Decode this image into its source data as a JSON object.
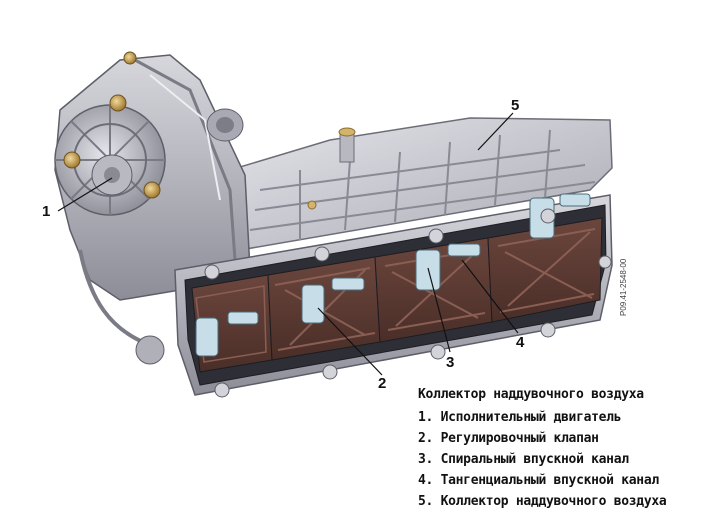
{
  "illustration": {
    "drawing_code": "P09.41-2548-00",
    "callouts": [
      {
        "id": "1",
        "label": "1"
      },
      {
        "id": "2",
        "label": "2"
      },
      {
        "id": "3",
        "label": "3"
      },
      {
        "id": "4",
        "label": "4"
      },
      {
        "id": "5",
        "label": "5"
      }
    ]
  },
  "legend": {
    "title": "Коллектор наддувочного воздуха",
    "items": [
      {
        "number": "1.",
        "text": "Исполнительный двигатель"
      },
      {
        "number": "2.",
        "text": "Регулировочный клапан"
      },
      {
        "number": "3.",
        "text": "Спиральный впускной канал"
      },
      {
        "number": "4.",
        "text": "Тангенциальный впускной канал"
      },
      {
        "number": "5.",
        "text": "Коллектор наддувочного воздуха"
      }
    ]
  },
  "colors": {
    "metal_light": "#c9c9d0",
    "metal_mid": "#9c9ca6",
    "metal_dark": "#6d6d78",
    "gasket_brown": "#5a3a33",
    "gasket_border": "#2c2c34",
    "valve_blue": "#c7dde8",
    "bolt_gold": "#c9a45a"
  }
}
